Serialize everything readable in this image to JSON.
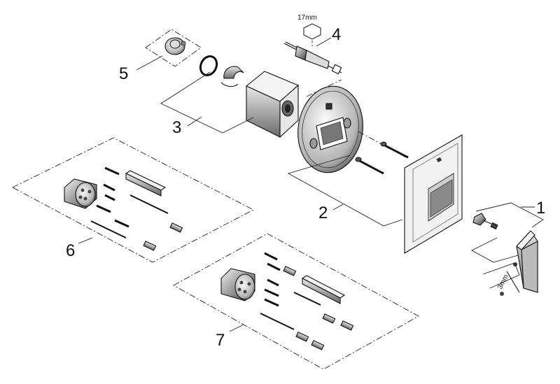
{
  "callouts": {
    "c1": "1",
    "c2": "2",
    "c3": "3",
    "c4": "4",
    "c5": "5",
    "c6": "6",
    "c7": "7"
  },
  "dimensions": {
    "wrench_size": "17mm",
    "hex_key_size": "3mm"
  }
}
